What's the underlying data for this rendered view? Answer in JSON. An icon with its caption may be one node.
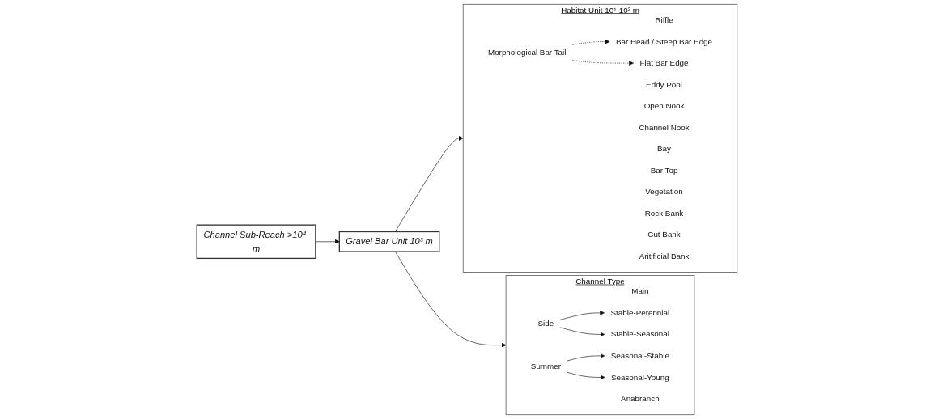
{
  "diagram": {
    "nodes": [
      {
        "text": [
          "Channel Sub-Reach >10⁴ m"
        ]
      },
      {
        "text": [
          "Gravel Bar Unit 10³ m"
        ]
      },
      {
        "text": [
          "Habitat Unit 10¹-10² m"
        ]
      },
      {
        "text": [
          "Riffle"
        ],
        "in": 2
      },
      {
        "text": [
          "Bar Head / Steep Bar Edge"
        ],
        "in": 2
      },
      {
        "text": [
          "Flat Bar Edge"
        ],
        "in": 2
      },
      {
        "text": [
          "Morphological Bar Tail"
        ],
        "in": 2
      },
      {
        "text": [
          "Eddy Pool"
        ],
        "in": 2
      },
      {
        "text": [
          "Open Nook"
        ],
        "in": 2
      },
      {
        "text": [
          "Channel Nook"
        ],
        "in": 2
      },
      {
        "text": [
          "Bay"
        ],
        "in": 2
      },
      {
        "text": [
          "Bar Top"
        ],
        "in": 2
      },
      {
        "text": [
          "Vegetation"
        ],
        "in": 2
      },
      {
        "text": [
          "Rock Bank"
        ],
        "in": 2
      },
      {
        "text": [
          "Cut Bank"
        ],
        "in": 2
      },
      {
        "text": [
          "Aritificial Bank"
        ],
        "in": 2
      },
      {
        "text": [
          "Channel Type"
        ]
      },
      {
        "text": [
          "Main"
        ],
        "in": 16
      },
      {
        "text": [
          "Side"
        ],
        "in": 16
      },
      {
        "text": [
          "Stable-Perennial"
        ],
        "in": 16
      },
      {
        "text": [
          "Stable-Seasonal"
        ],
        "in": 16
      },
      {
        "text": [
          "Summer"
        ],
        "in": 16
      },
      {
        "text": [
          "Seasonal-Stable"
        ],
        "in": 16
      },
      {
        "text": [
          "Seasonal-Young"
        ],
        "in": 16
      },
      {
        "text": [
          "Anabranch"
        ],
        "in": 16
      }
    ],
    "edges": [
      {
        "from": 0,
        "to": 1,
        "arrow": "to"
      },
      {
        "from": 1,
        "to": 2,
        "arrow": "to"
      },
      {
        "from": 1,
        "to": 16,
        "arrow": "to"
      },
      {
        "from": 6,
        "to": 4,
        "arrow": "to",
        "style": "dashed"
      },
      {
        "from": 6,
        "to": 5,
        "arrow": "to",
        "style": "dashed"
      },
      {
        "from": 18,
        "to": 19,
        "arrow": "to"
      },
      {
        "from": 18,
        "to": 20,
        "arrow": "to"
      },
      {
        "from": 21,
        "to": 22,
        "arrow": "to"
      },
      {
        "from": 21,
        "to": 23,
        "arrow": "to"
      }
    ]
  }
}
